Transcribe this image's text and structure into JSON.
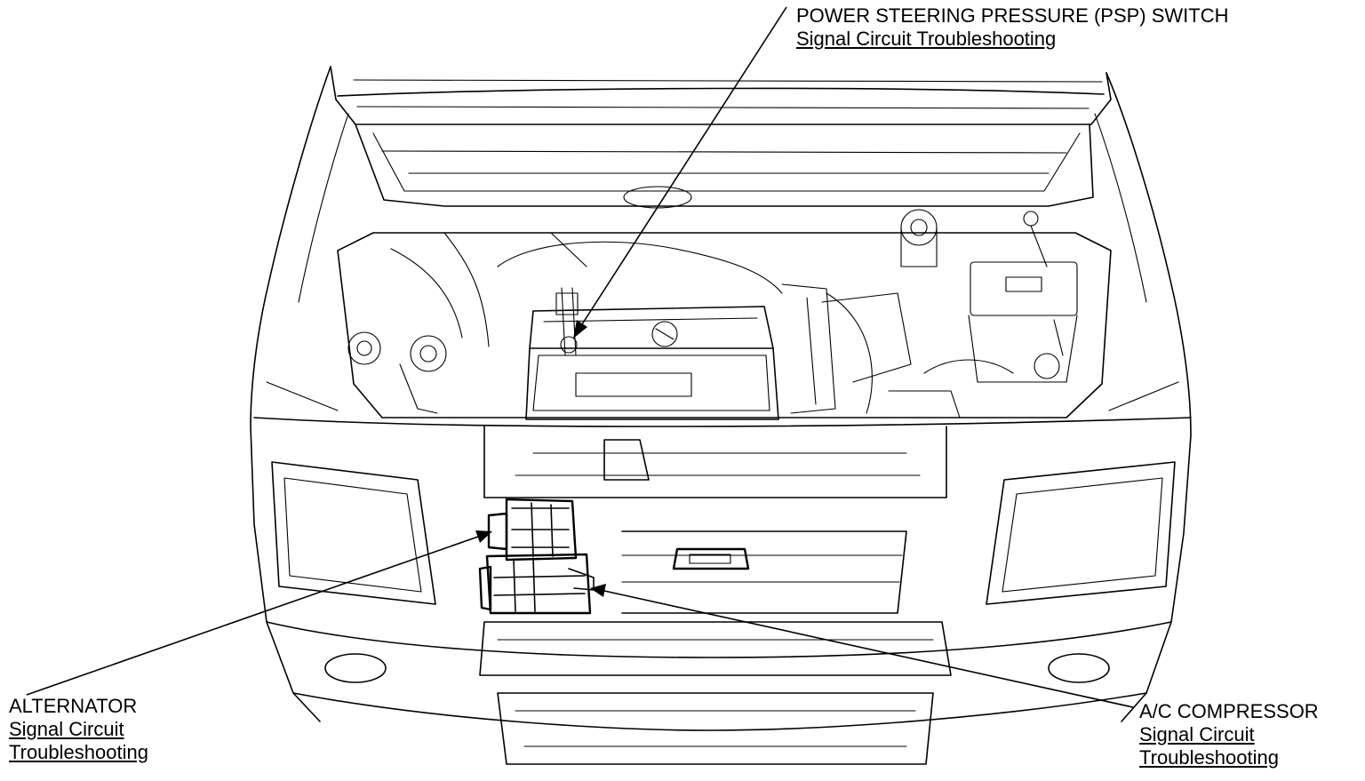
{
  "callouts": {
    "psp": {
      "title": "POWER STEERING PRESSURE (PSP) SWITCH",
      "link": "Signal Circuit Troubleshooting"
    },
    "alternator": {
      "title": "ALTERNATOR",
      "link_line1": "Signal Circuit",
      "link_line2": "Troubleshooting"
    },
    "ac_compressor": {
      "title": "A/C COMPRESSOR",
      "link_line1": "Signal Circuit",
      "link_line2": "Troubleshooting"
    }
  },
  "colors": {
    "ink": "#000000",
    "background": "#ffffff"
  }
}
